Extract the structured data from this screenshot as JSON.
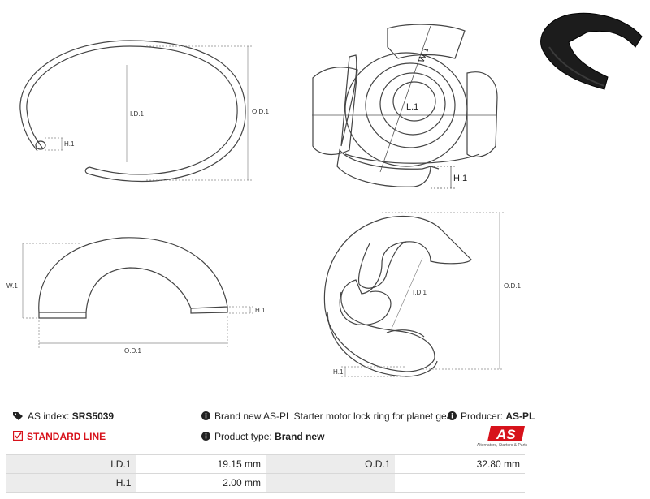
{
  "dims": {
    "id": "I.D.1",
    "od": "O.D.1",
    "h": "H.1",
    "w": "W.1",
    "l": "L.1"
  },
  "info": {
    "as_index_label": "AS index:",
    "as_index_value": "SRS5039",
    "line": "STANDARD LINE",
    "description": "Brand new AS-PL Starter motor lock ring for planet gear",
    "producer_label": "Producer:",
    "producer_value": "AS-PL",
    "product_type_label": "Product type:",
    "product_type_value": "Brand new"
  },
  "logo": {
    "text": "AS",
    "tagline": "Alternators, Starters & Parts",
    "accent": "#d7121b"
  },
  "params": [
    {
      "k1": "I.D.1",
      "v1": "19.15 mm",
      "k2": "O.D.1",
      "v2": "32.80 mm"
    },
    {
      "k1": "H.1",
      "v1": "2.00 mm",
      "k2": "",
      "v2": ""
    }
  ]
}
